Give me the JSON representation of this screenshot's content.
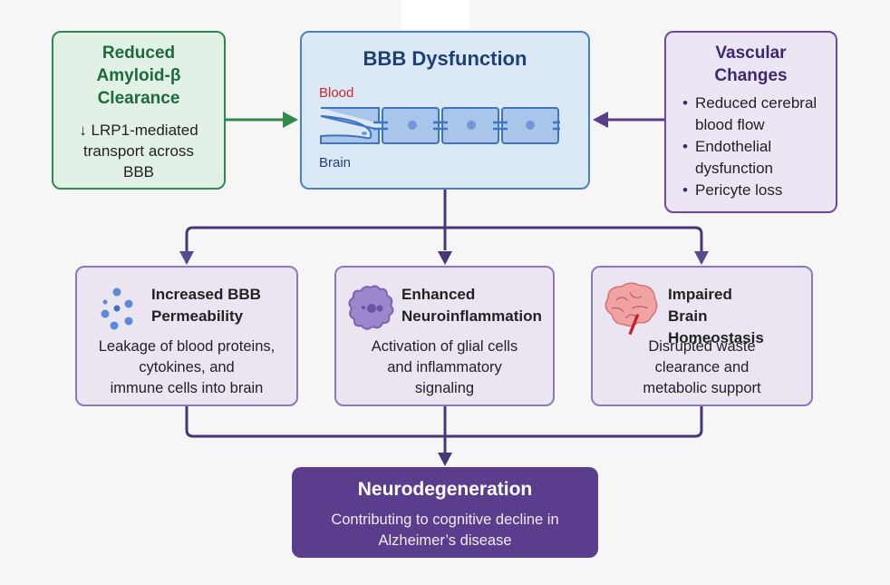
{
  "diagram": {
    "colors": {
      "green_accent": "#2f8a4c",
      "blue_accent": "#4a80c8",
      "purple_accent": "#6b4a9c",
      "dark_purple": "#5a3d8c",
      "blood_label": "#d02828"
    },
    "amyloid": {
      "title_lines": [
        "Reduced",
        "Amyloid-β",
        "Clearance"
      ],
      "body_lines": [
        "↓ LRP1-mediated",
        "transport across",
        "BBB"
      ]
    },
    "bbb": {
      "title": "BBB Dysfunction",
      "blood_label": "Blood",
      "brain_label": "Brain",
      "icon": "endothelial-cells-icon"
    },
    "vascular": {
      "title_lines": [
        "Vascular",
        "Changes"
      ],
      "items": [
        "Reduced cerebral blood flow",
        "Endothelial dysfunction",
        "Pericyte loss"
      ]
    },
    "effects": [
      {
        "icon": "particles-icon",
        "title_lines": [
          "Increased BBB",
          "Permeability"
        ],
        "body_lines": [
          "Leakage of blood proteins,",
          "cytokines, and",
          "immune cells into brain"
        ]
      },
      {
        "icon": "glial-cell-icon",
        "title_lines": [
          "Enhanced",
          "Neuroinflammation"
        ],
        "body_lines": [
          "Activation of glial cells",
          "and inflammatory",
          "signaling"
        ]
      },
      {
        "icon": "brain-icon",
        "title_lines": [
          "Impaired",
          "Brain Homeostasis"
        ],
        "body_lines": [
          "Disrupted waste",
          "clearance and",
          "metabolic support"
        ]
      }
    ],
    "outcome": {
      "title": "Neurodegeneration",
      "body_lines": [
        "Contributing to cognitive decline in",
        "Alzheimer’s disease"
      ]
    }
  }
}
